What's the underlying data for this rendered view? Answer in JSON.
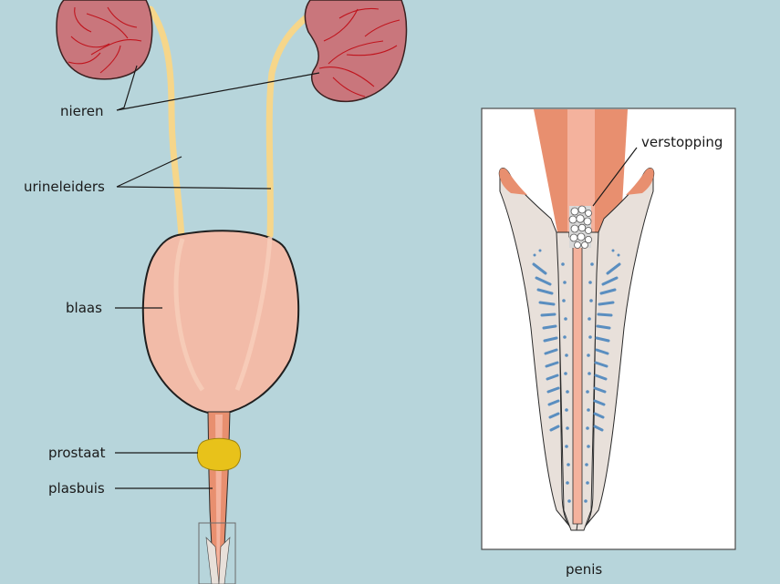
{
  "labels": {
    "nieren": "nieren",
    "urineleiders": "urineleiders",
    "blaas": "blaas",
    "prostaat": "prostaat",
    "plasbuis": "plasbuis",
    "verstopping": "verstopping",
    "penis": "penis"
  },
  "colors": {
    "background": "#b7d5db",
    "kidney": "#c9767c",
    "kidney_vessel": "#c0141d",
    "ureter": "#f6d68a",
    "bladder": "#f2bba8",
    "prostate": "#e8c21a",
    "urethra_outer": "#e88f6f",
    "urethra_inner": "#f4b29d",
    "erectile_tissue": "#e8e0da",
    "blue_dots": "#5a8ec0",
    "stone": "#ffffff"
  }
}
